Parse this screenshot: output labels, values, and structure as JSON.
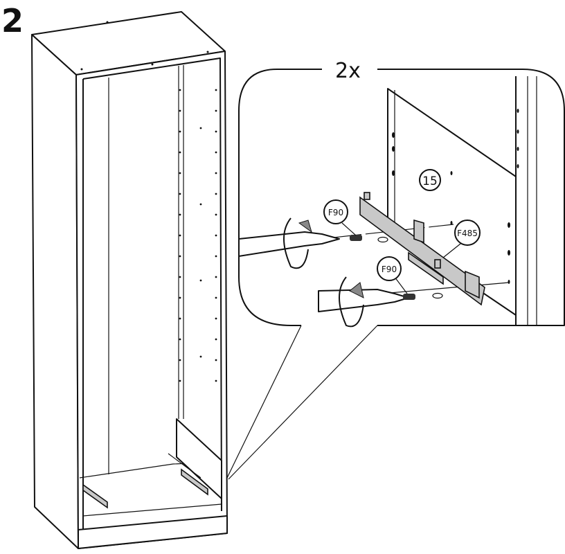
{
  "step_number": "2",
  "quantity": "2x",
  "parts": {
    "panel": "15",
    "screw_top": "F90",
    "screw_bottom": "F90",
    "drawer_runner": "F485"
  },
  "colors": {
    "line": "#111111",
    "runner": "#c8c8c8",
    "background": "#ffffff"
  }
}
